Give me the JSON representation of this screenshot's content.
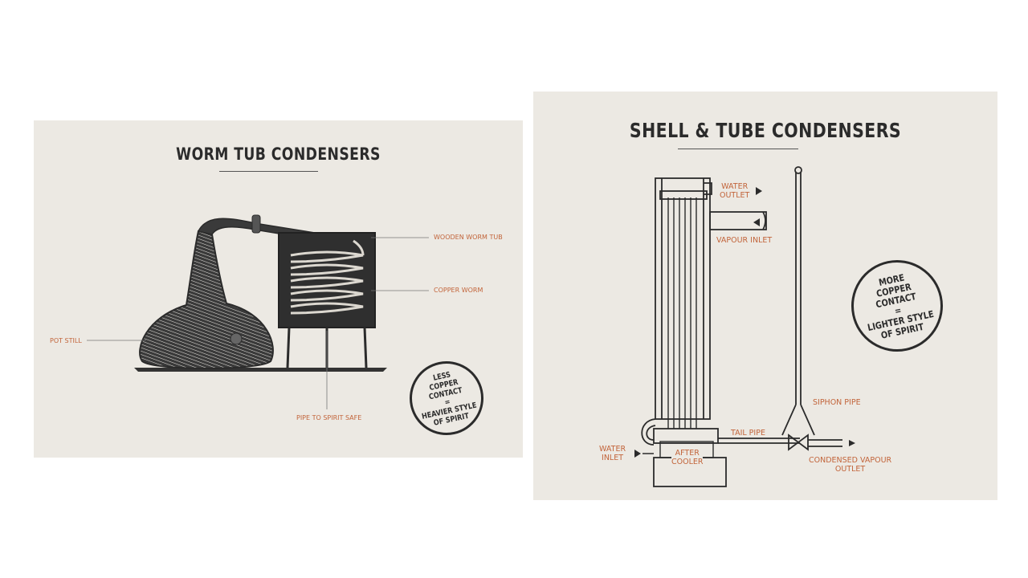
{
  "worm_tub": {
    "title": "WORM TUB CONDENSERS",
    "labels": {
      "wooden_worm_tub": "WOODEN WORM TUB",
      "copper_worm": "COPPER WORM",
      "pot_still": "POT STILL",
      "pipe_to_spirit_safe": "PIPE TO SPIRIT SAFE"
    },
    "stamp": {
      "line1": "LESS",
      "line2": "COPPER CONTACT",
      "line3": "=",
      "line4": "HEAVIER STYLE",
      "line5": "OF SPIRIT"
    }
  },
  "shell_tube": {
    "title": "SHELL & TUBE CONDENSERS",
    "labels": {
      "water_outlet_1": "WATER",
      "water_outlet_2": "OUTLET",
      "vapour_inlet": "VAPOUR INLET",
      "siphon_pipe": "SIPHON PIPE",
      "tail_pipe": "TAIL PIPE",
      "water_inlet_1": "WATER",
      "water_inlet_2": "INLET",
      "after_cooler_1": "AFTER",
      "after_cooler_2": "COOLER",
      "condensed_vapour_outlet_1": "CONDENSED VAPOUR",
      "condensed_vapour_outlet_2": "OUTLET"
    },
    "stamp": {
      "line1": "MORE",
      "line2": "COPPER CONTACT",
      "line3": "=",
      "line4": "LIGHTER STYLE",
      "line5": "OF SPIRIT"
    }
  },
  "colors": {
    "label_orange": "#c2643a",
    "ink": "#2b2b2b",
    "paper": "#ece9e3"
  }
}
